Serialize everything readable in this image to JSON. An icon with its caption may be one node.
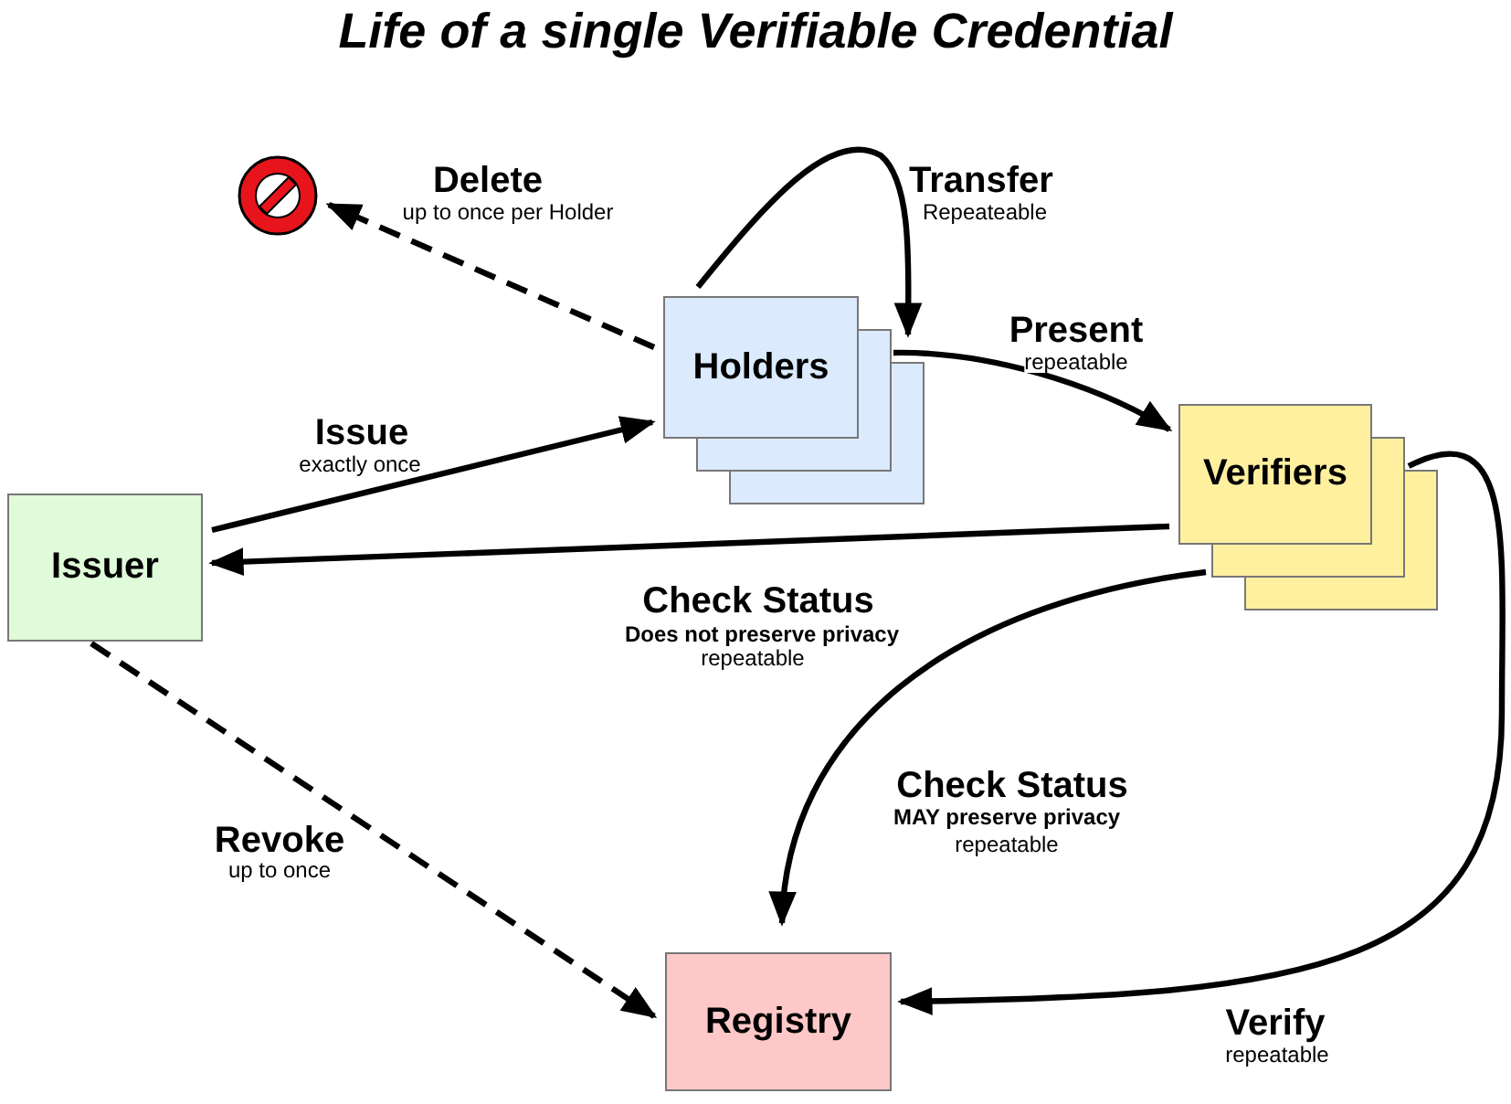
{
  "diagram": {
    "title": "Life of a single Verifiable Credential",
    "nodes": [
      {
        "text": [
          "Issuer"
        ]
      },
      {
        "text": [
          "Holders"
        ]
      },
      {
        "text": [
          "Verifiers"
        ]
      },
      {
        "text": [
          "Registry"
        ]
      },
      {
        "text": [],
        "shape": "circle"
      }
    ],
    "edges": [
      {
        "from": 1,
        "to": 4,
        "arrow": "to",
        "label": "Delete",
        "style": "dashed"
      },
      {
        "from": 1,
        "to": 1,
        "arrow": "to",
        "label": "Transfer"
      },
      {
        "from": 1,
        "to": 2,
        "arrow": "to",
        "label": "Present"
      },
      {
        "from": 0,
        "to": 1,
        "arrow": "to",
        "label": "Issue"
      },
      {
        "from": 2,
        "to": 0,
        "arrow": "to",
        "label": "Check Status"
      },
      {
        "from": 2,
        "to": 3,
        "arrow": "to",
        "label": "Check Status"
      },
      {
        "from": 0,
        "to": 3,
        "arrow": "to",
        "label": "Revoke",
        "style": "dashed"
      },
      {
        "from": 2,
        "to": 3,
        "arrow": "to",
        "label": "Verify"
      }
    ],
    "labels": [
      "up to once per Holder",
      "Repeateable",
      "repeatable",
      "exactly once",
      "Does not preserve privacy",
      "repeatable",
      "MAY preserve privacy",
      "repeatable",
      "up to once",
      "repeatable"
    ]
  }
}
